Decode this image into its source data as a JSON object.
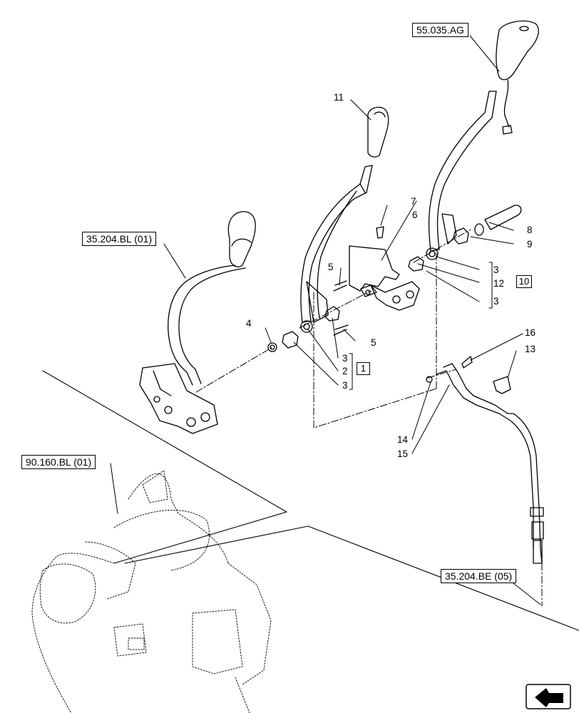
{
  "references": {
    "ref_55035AG": "55.035.AG",
    "ref_35204BL": "35.204.BL (01)",
    "ref_90160BL": "90.160.BL (01)",
    "ref_35204BE": "35.204.BE (05)"
  },
  "callouts": {
    "c1": "1",
    "c2": "2",
    "c3a": "3",
    "c3b": "3",
    "c3c": "3",
    "c3d": "3",
    "c4": "4",
    "c5a": "5",
    "c5b": "5",
    "c6": "6",
    "c7": "7",
    "c8": "8",
    "c9": "9",
    "c10": "10",
    "c11": "11",
    "c12": "12",
    "c13": "13",
    "c14": "14",
    "c15": "15",
    "c16": "16"
  },
  "nav": {
    "icon": "next-page-arrow-icon"
  }
}
